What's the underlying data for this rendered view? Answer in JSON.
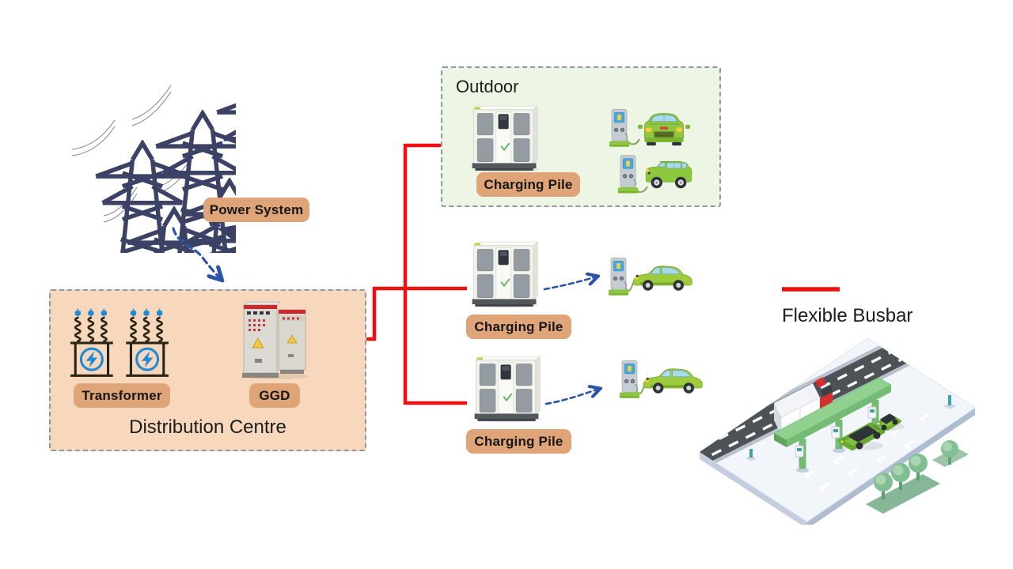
{
  "power_system": {
    "label": "Power System"
  },
  "distribution_centre": {
    "title": "Distribution Centre",
    "transformer_label": "Transformer",
    "ggd_label": "GGD"
  },
  "outdoor": {
    "title": "Outdoor"
  },
  "piles": [
    {
      "label": "Charging Pile"
    },
    {
      "label": "Charging Pile"
    },
    {
      "label": "Charging Pile"
    }
  ],
  "flexible_busbar": {
    "label": "Flexible Busbar"
  },
  "icons": {
    "transmission-towers-icon": "isometric lattice pylons with sagging wires",
    "transformer-icon": "coil windings with lightning-bolt circle",
    "ggd-cabinet-icon": "two switchgear cabinets with red trim",
    "charging-pile-cabinet-icon": "white power cabinet with grey grille panels",
    "ev-station-icon": "charging post with blue screen and green base",
    "ev-car-front-icon": "green car front view",
    "ev-suv-icon": "green SUV side view",
    "ev-sedan-icon": "green sedan side view",
    "busbar-scene-icon": "isometric road with overhead flexible busbar gantry, truck, EVs and trees"
  },
  "colors": {
    "connector_red": "#ee1111",
    "arrow_blue": "#2b55a7",
    "label_bg": "#dfa478",
    "distribution_fill": "#f7d8bd",
    "outdoor_fill": "#edf6e5",
    "dashed_border": "#8f98a2"
  }
}
